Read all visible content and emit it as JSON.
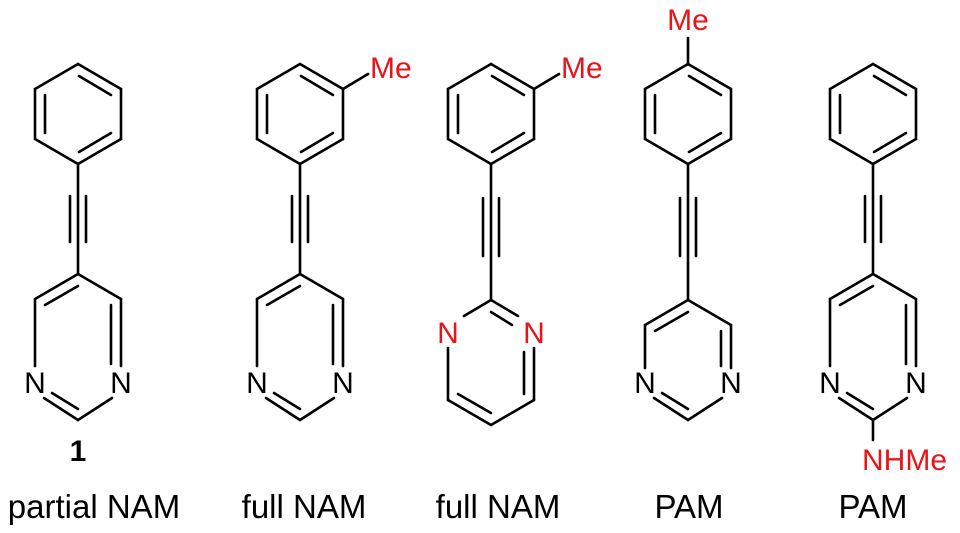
{
  "compounds": [
    {
      "number": "1",
      "activity": "partial NAM",
      "atoms": {
        "n_left": "N",
        "n_right": "N"
      }
    },
    {
      "number": "",
      "activity": "full NAM",
      "atoms": {
        "substituent": "Me",
        "n_left": "N",
        "n_right": "N"
      }
    },
    {
      "number": "",
      "activity": "full NAM",
      "atoms": {
        "substituent": "Me",
        "n_left": "N",
        "n_right": "N"
      }
    },
    {
      "number": "",
      "activity": "PAM",
      "atoms": {
        "substituent": "Me",
        "n_left": "N",
        "n_right": "N"
      }
    },
    {
      "number": "",
      "activity": "PAM",
      "atoms": {
        "n_left": "N",
        "n_right": "N",
        "amine": "NHMe"
      }
    }
  ],
  "colors": {
    "bond": "#000000",
    "modification": "#e8141a"
  }
}
